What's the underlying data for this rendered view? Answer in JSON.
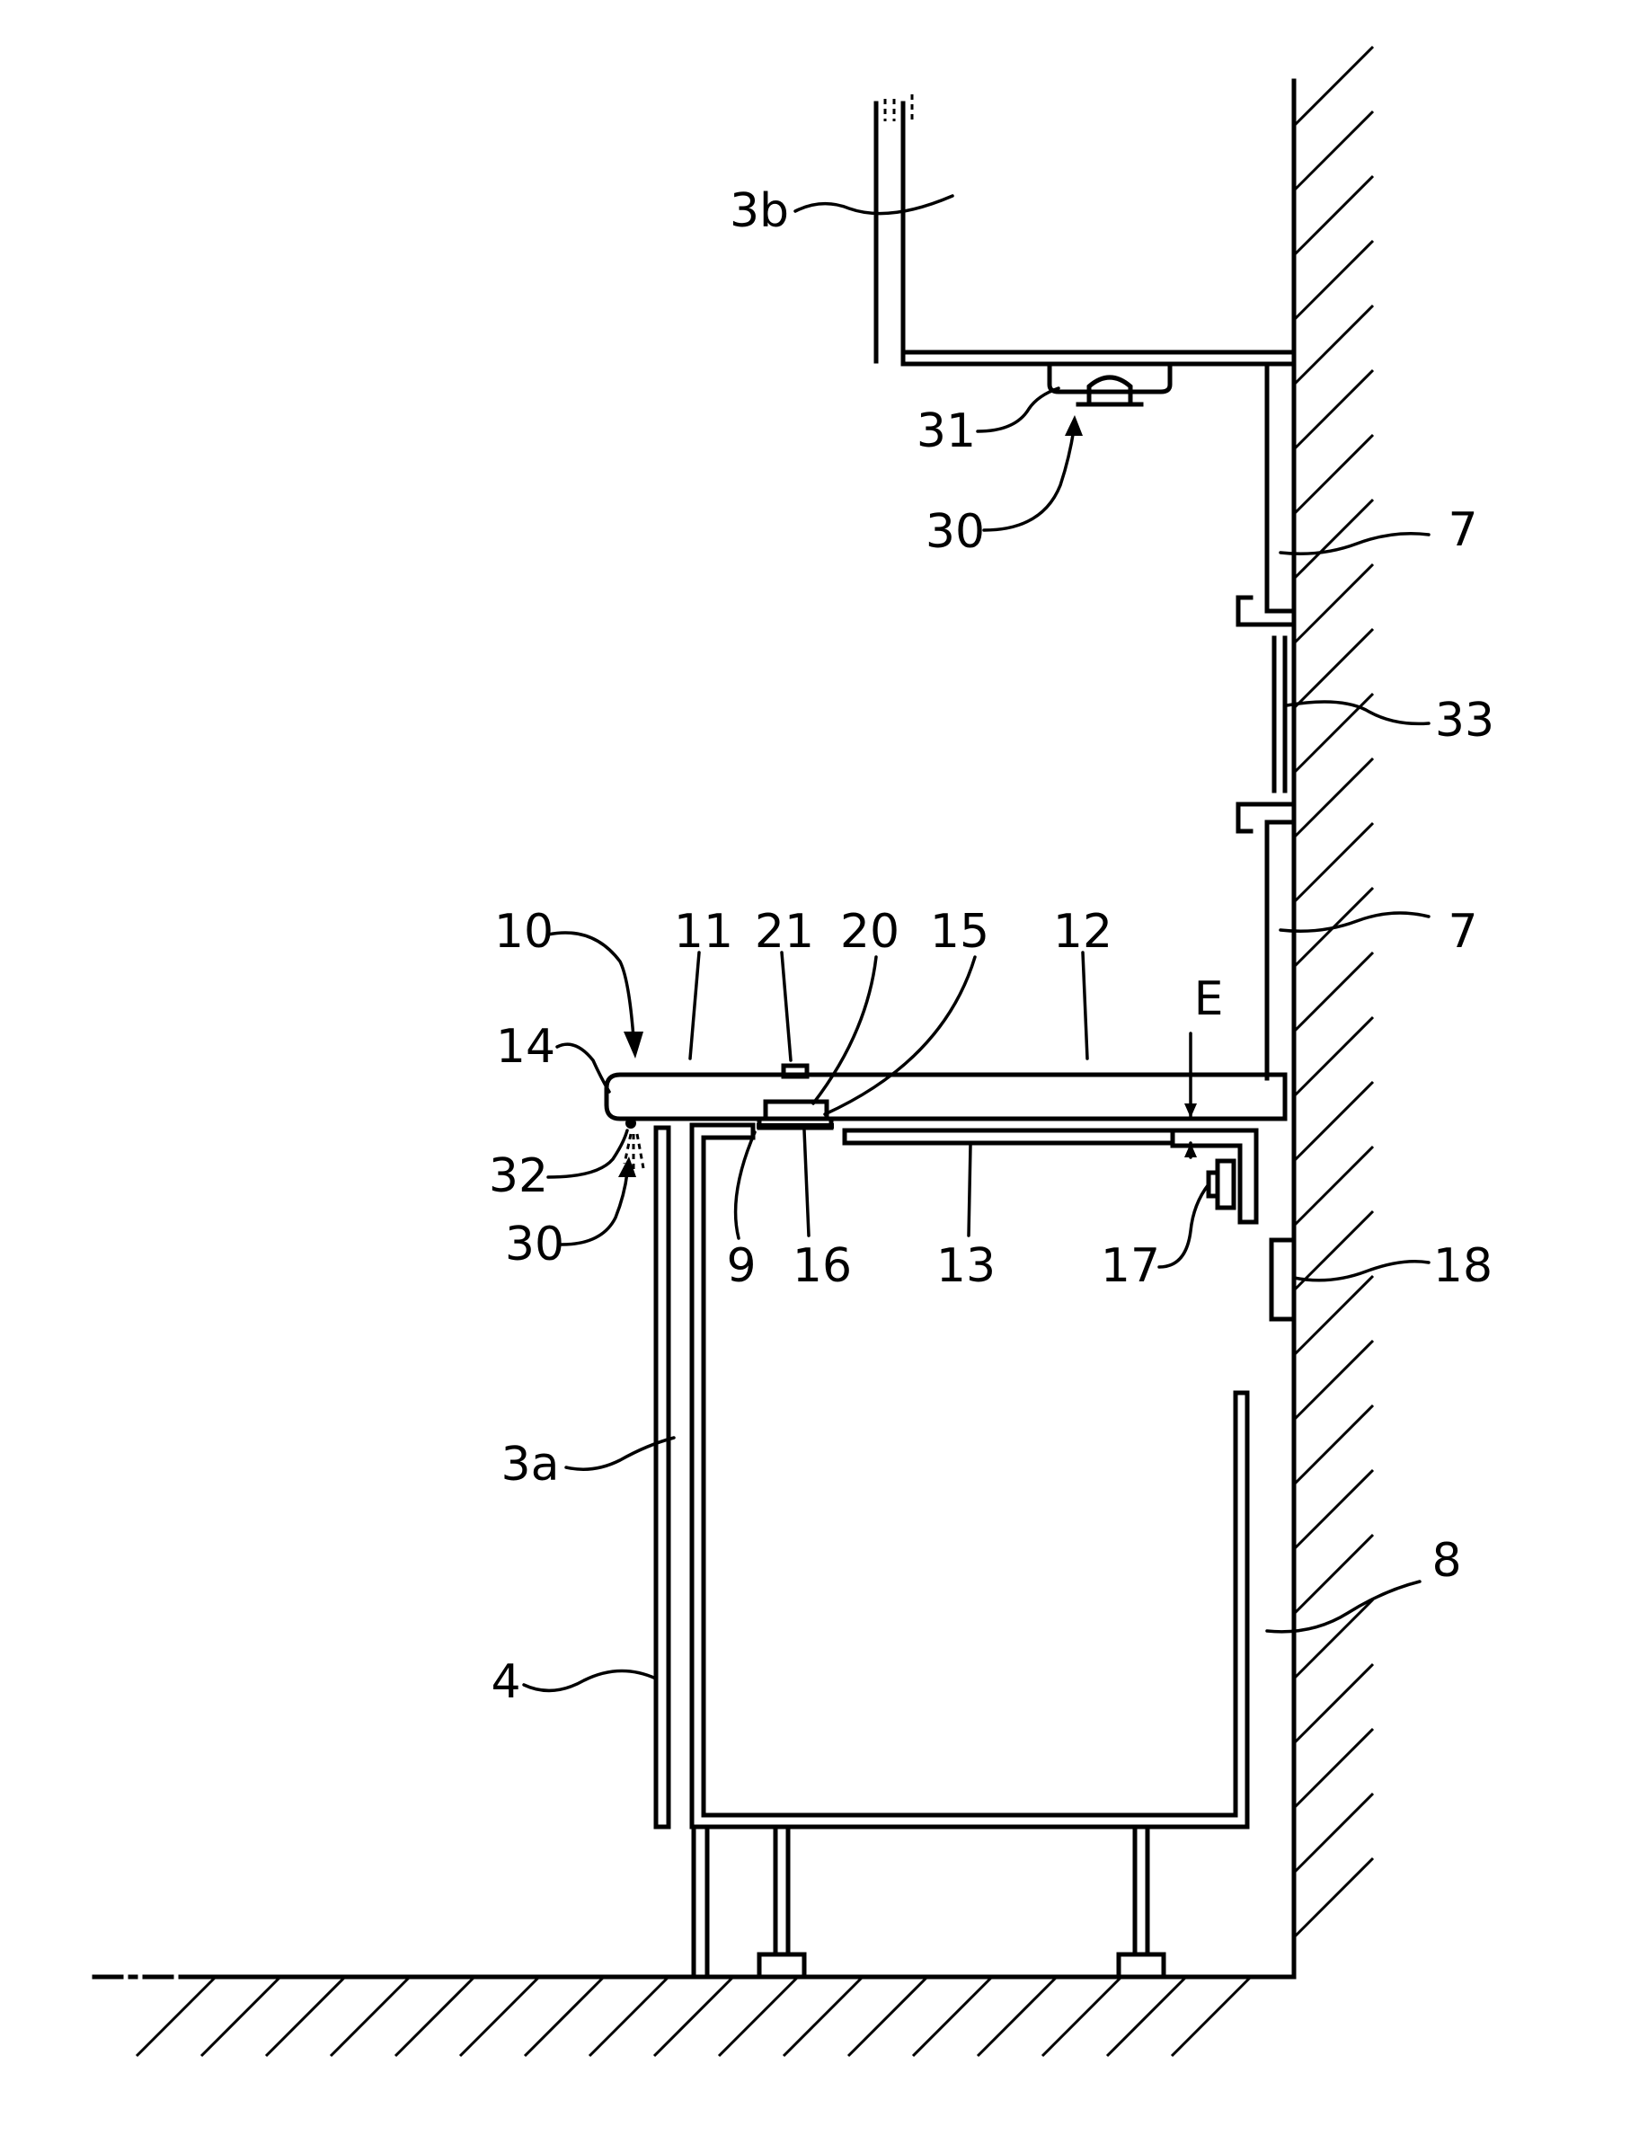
{
  "labels": {
    "l3b": "3b",
    "l31": "31",
    "l30_top": "30",
    "l7_top": "7",
    "l33": "33",
    "l7_mid": "7",
    "l10": "10",
    "l11": "11",
    "l21": "21",
    "l20": "20",
    "l15": "15",
    "l12": "12",
    "lE": "E",
    "l14": "14",
    "l32": "32",
    "l30_bot": "30",
    "l9": "9",
    "l16": "16",
    "l13": "13",
    "l17": "17",
    "l18": "18",
    "l3a": "3a",
    "l8": "8",
    "l4": "4"
  }
}
